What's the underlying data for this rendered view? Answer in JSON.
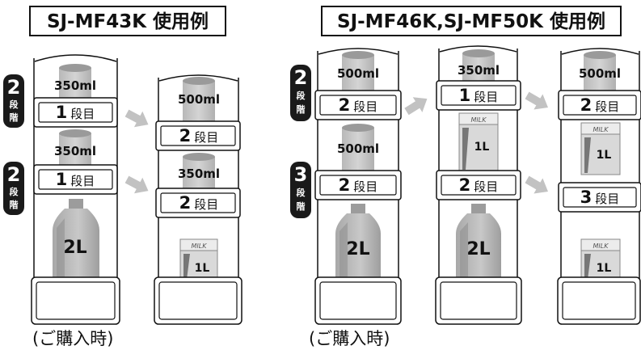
{
  "left": {
    "title": "SJ-MF43K 使用例",
    "caption": "(ご購入時)",
    "badges": [
      {
        "num": "2",
        "kanji1": "段",
        "kanji2": "階"
      },
      {
        "num": "2",
        "kanji1": "段",
        "kanji2": "階"
      }
    ],
    "col1": {
      "bottle_top": "350ml",
      "shelf_top": {
        "num": "1",
        "suffix": "段目"
      },
      "bottle_mid": "350ml",
      "shelf_mid": {
        "num": "1",
        "suffix": "段目"
      },
      "bottle_bottom": "2L"
    },
    "col2": {
      "bottle_top": "500ml",
      "shelf_top": {
        "num": "2",
        "suffix": "段目"
      },
      "bottle_mid": "350ml",
      "shelf_mid": {
        "num": "2",
        "suffix": "段目"
      },
      "carton_label": "MILK",
      "carton_size": "1L"
    }
  },
  "right": {
    "title": "SJ-MF46K,SJ-MF50K 使用例",
    "caption": "(ご購入時)",
    "badges": [
      {
        "num": "2",
        "kanji1": "段",
        "kanji2": "階"
      },
      {
        "num": "3",
        "kanji1": "段",
        "kanji2": "階"
      }
    ],
    "col1": {
      "bottle_top": "500ml",
      "shelf_top": {
        "num": "2",
        "suffix": "段目"
      },
      "bottle_mid": "500ml",
      "shelf_mid": {
        "num": "2",
        "suffix": "段目"
      },
      "bottle_bottom": "2L"
    },
    "col2": {
      "bottle_top": "350ml",
      "shelf_top": {
        "num": "1",
        "suffix": "段目"
      },
      "carton_label": "MILK",
      "carton_size": "1L",
      "shelf_mid": {
        "num": "2",
        "suffix": "段目"
      },
      "bottle_bottom": "2L"
    },
    "col3": {
      "bottle_top": "500ml",
      "shelf_top": {
        "num": "2",
        "suffix": "段目"
      },
      "carton_label_1": "MILK",
      "carton_size_1": "1L",
      "shelf_mid": {
        "num": "3",
        "suffix": "段目"
      },
      "carton_label_2": "MILK",
      "carton_size_2": "1L"
    }
  }
}
